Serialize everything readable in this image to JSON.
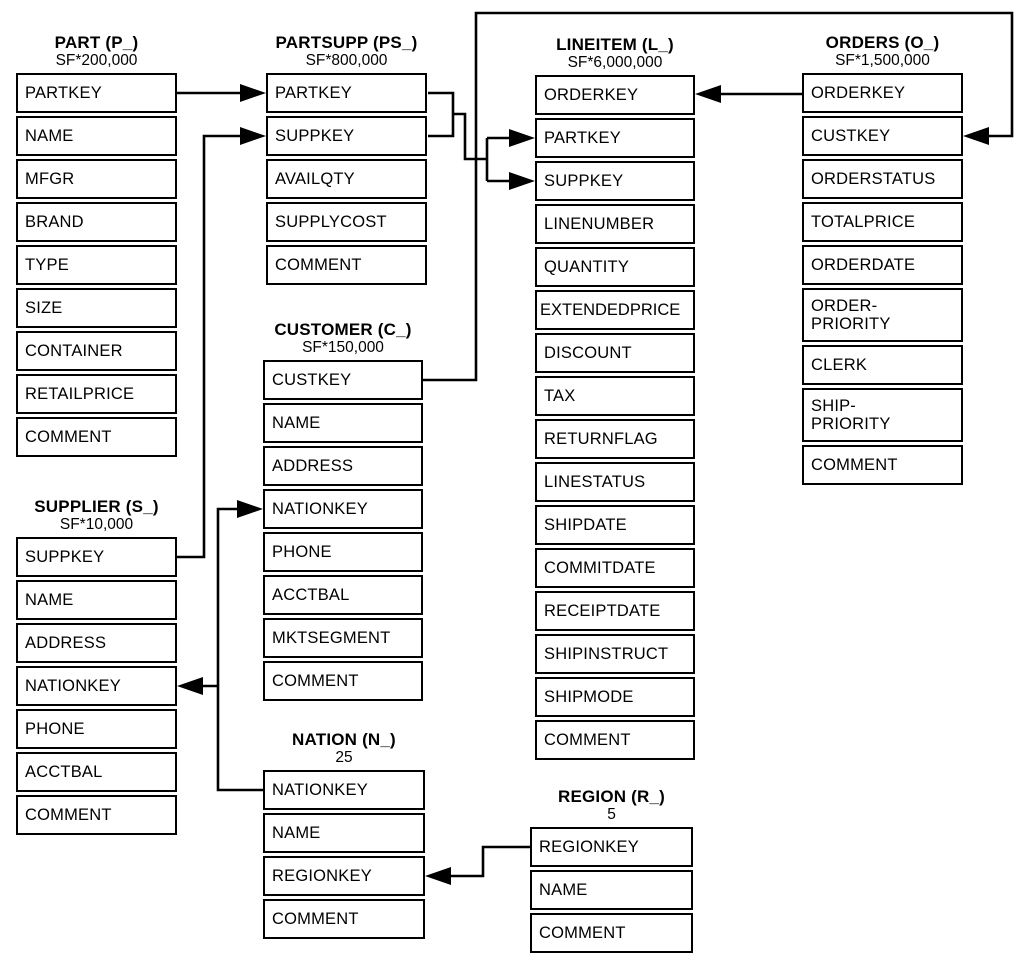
{
  "tables": [
    {
      "id": "part",
      "title": "PART (P_)",
      "cardinality": "SF*200,000",
      "columns": [
        "PARTKEY",
        "NAME",
        "MFGR",
        "BRAND",
        "TYPE",
        "SIZE",
        "CONTAINER",
        "RETAILPRICE",
        "COMMENT"
      ]
    },
    {
      "id": "partsupp",
      "title": "PARTSUPP (PS_)",
      "cardinality": "SF*800,000",
      "columns": [
        "PARTKEY",
        "SUPPKEY",
        "AVAILQTY",
        "SUPPLYCOST",
        "COMMENT"
      ]
    },
    {
      "id": "lineitem",
      "title": "LINEITEM (L_)",
      "cardinality": "SF*6,000,000",
      "columns": [
        "ORDERKEY",
        "PARTKEY",
        "SUPPKEY",
        "LINENUMBER",
        "QUANTITY",
        "EXTENDEDPRICE",
        "DISCOUNT",
        "TAX",
        "RETURNFLAG",
        "LINESTATUS",
        "SHIPDATE",
        "COMMITDATE",
        "RECEIPTDATE",
        "SHIPINSTRUCT",
        "SHIPMODE",
        "COMMENT"
      ]
    },
    {
      "id": "orders",
      "title": "ORDERS (O_)",
      "cardinality": "SF*1,500,000",
      "columns": [
        "ORDERKEY",
        "CUSTKEY",
        "ORDERSTATUS",
        "TOTALPRICE",
        "ORDERDATE",
        "ORDER-\nPRIORITY",
        "CLERK",
        "SHIP-\nPRIORITY",
        "COMMENT"
      ]
    },
    {
      "id": "supplier",
      "title": "SUPPLIER (S_)",
      "cardinality": "SF*10,000",
      "columns": [
        "SUPPKEY",
        "NAME",
        "ADDRESS",
        "NATIONKEY",
        "PHONE",
        "ACCTBAL",
        "COMMENT"
      ]
    },
    {
      "id": "customer",
      "title": "CUSTOMER (C_)",
      "cardinality": "SF*150,000",
      "columns": [
        "CUSTKEY",
        "NAME",
        "ADDRESS",
        "NATIONKEY",
        "PHONE",
        "ACCTBAL",
        "MKTSEGMENT",
        "COMMENT"
      ]
    },
    {
      "id": "nation",
      "title": "NATION (N_)",
      "cardinality": "25",
      "columns": [
        "NATIONKEY",
        "NAME",
        "REGIONKEY",
        "COMMENT"
      ]
    },
    {
      "id": "region",
      "title": "REGION (R_)",
      "cardinality": "5",
      "columns": [
        "REGIONKEY",
        "NAME",
        "COMMENT"
      ]
    }
  ],
  "relationships": [
    {
      "arrow_from": "PART.PARTKEY",
      "arrow_to": "PARTSUPP.PARTKEY"
    },
    {
      "arrow_from": "SUPPLIER.SUPPKEY",
      "arrow_to": "PARTSUPP.SUPPKEY"
    },
    {
      "arrow_from": "PARTSUPP.PARTKEY",
      "arrow_to": "LINEITEM.PARTKEY"
    },
    {
      "arrow_from": "PARTSUPP.SUPPKEY",
      "arrow_to": "LINEITEM.SUPPKEY"
    },
    {
      "arrow_from": "ORDERS.ORDERKEY",
      "arrow_to": "LINEITEM.ORDERKEY"
    },
    {
      "arrow_from": "CUSTOMER.CUSTKEY",
      "arrow_to": "ORDERS.CUSTKEY"
    },
    {
      "arrow_from": "NATION.NATIONKEY",
      "arrow_to": "CUSTOMER.NATIONKEY"
    },
    {
      "arrow_from": "NATION.NATIONKEY",
      "arrow_to": "SUPPLIER.NATIONKEY"
    },
    {
      "arrow_from": "REGION.REGIONKEY",
      "arrow_to": "NATION.REGIONKEY"
    }
  ],
  "colors": {
    "line": "#000000",
    "background": "#ffffff"
  }
}
